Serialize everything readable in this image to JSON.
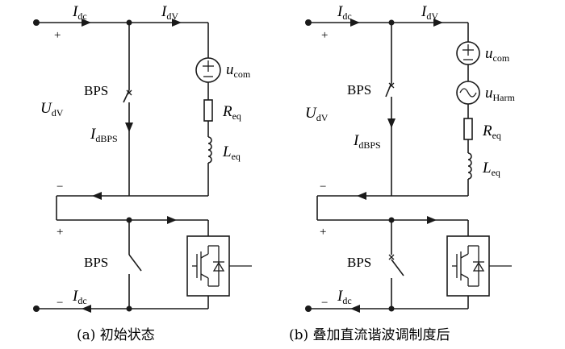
{
  "left": {
    "caption": "(a)  初始状态",
    "labels": {
      "i_dc_top": "I",
      "i_dc_top_sub": "dc",
      "i_dv": "I",
      "i_dv_sub": "dV",
      "plus_top": "+",
      "u_dv": "U",
      "u_dv_sub": "dV",
      "bps_top": "BPS",
      "i_dbps": "I",
      "i_dbps_sub": "dBPS",
      "u_com": "u",
      "u_com_sub": "com",
      "r_eq": "R",
      "r_eq_sub": "eq",
      "l_eq": "L",
      "l_eq_sub": "eq",
      "minus_mid": "−",
      "plus_mid": "+",
      "bps_bottom": "BPS",
      "minus_bottom": "−",
      "i_dc_bottom": "I",
      "i_dc_bottom_sub": "dc"
    }
  },
  "right": {
    "caption": "(b)  叠加直流谐波调制度后",
    "labels": {
      "i_dc_top": "I",
      "i_dc_top_sub": "dc",
      "i_dv": "I",
      "i_dv_sub": "dV",
      "plus_top": "+",
      "u_dv": "U",
      "u_dv_sub": "dV",
      "bps_top": "BPS",
      "i_dbps": "I",
      "i_dbps_sub": "dBPS",
      "u_com": "u",
      "u_com_sub": "com",
      "u_harm": "u",
      "u_harm_sub": "Harm",
      "r_eq": "R",
      "r_eq_sub": "eq",
      "l_eq": "L",
      "l_eq_sub": "eq",
      "minus_mid": "−",
      "plus_mid": "+",
      "bps_bottom": "BPS",
      "minus_bottom": "−",
      "i_dc_bottom": "I",
      "i_dc_bottom_sub": "dc"
    }
  }
}
